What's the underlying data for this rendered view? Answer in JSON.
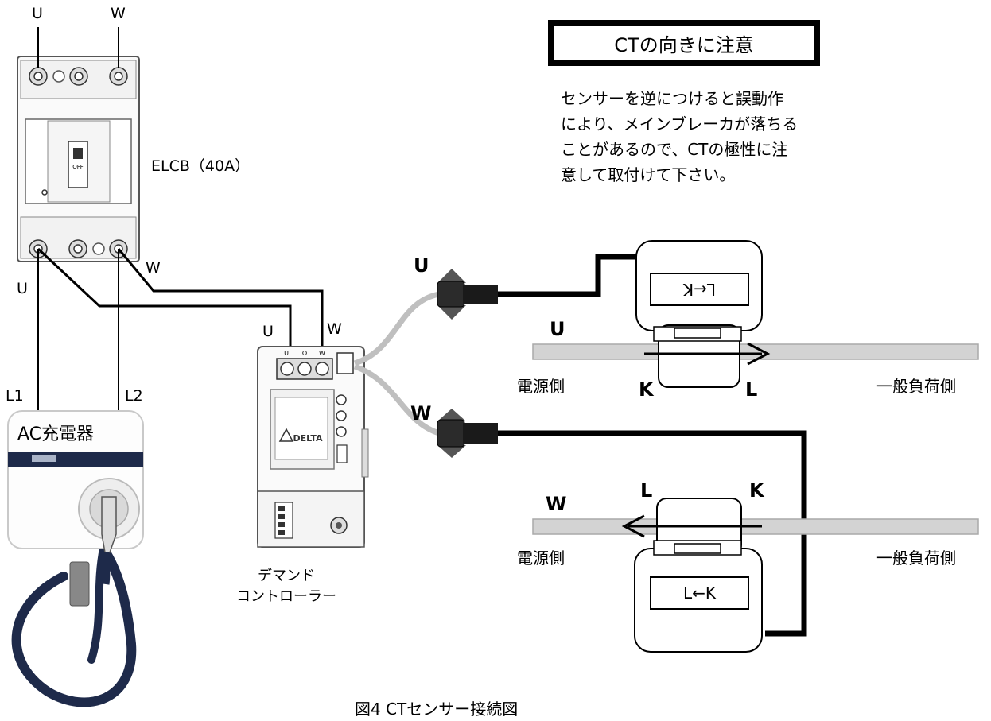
{
  "labels": {
    "breaker_top_u": "U",
    "breaker_top_w": "W",
    "elcb": "ELCB（40A）",
    "left_u": "U",
    "w_out": "W",
    "l1": "L1",
    "l2": "L2",
    "dc_u": "U",
    "dc_w": "W",
    "conn_u": "U",
    "conn_w": "W",
    "bar_u": "U",
    "bar_w": "W",
    "ct_u_k": "K",
    "ct_u_l": "L",
    "ct_w_l": "L",
    "ct_w_k": "K",
    "power_side_1": "電源側",
    "power_side_2": "電源側",
    "load_side_1": "一般負荷側",
    "load_side_2": "一般負荷側"
  },
  "notice": {
    "title": "CTの向きに注意",
    "lines": [
      "センサーを逆につけると誤動作",
      "により、メインブレーカが落ちる",
      "ことがあるので、CTの極性に注",
      "意して取付けて下さい。"
    ]
  },
  "ct_u_window": "L←K",
  "ct_w_window": "L←K",
  "charger_title": "AC充電器",
  "controller_name": [
    "デマンド",
    "コントローラー"
  ],
  "breaker_switch_text": "OFF",
  "controller_brand": "DELTA",
  "caption": "図4  CTセンサー接続図",
  "colors": {
    "line": "#000000",
    "bar": "#d3d3d3",
    "cable_gray": "#bfbfbf",
    "navy": "#1e2a4a"
  }
}
